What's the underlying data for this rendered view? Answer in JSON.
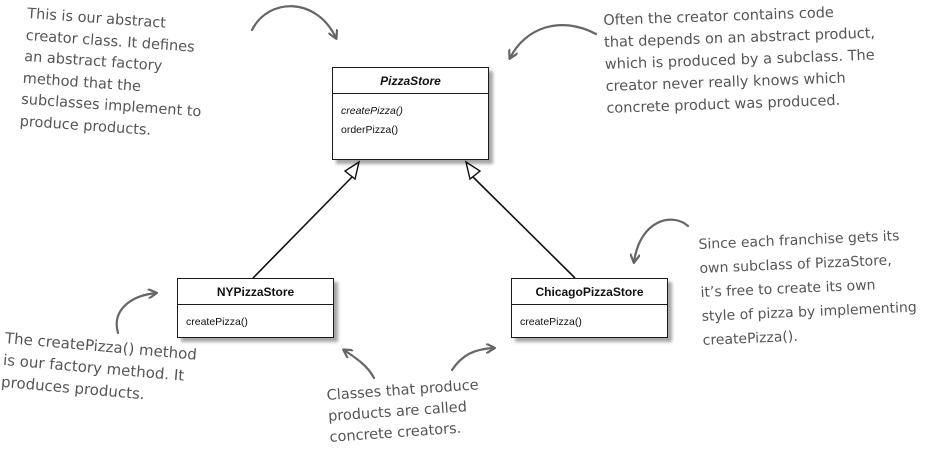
{
  "classes": {
    "pizza_store": {
      "name": "PizzaStore",
      "methods": [
        "createPizza()",
        "orderPizza()"
      ]
    },
    "ny_pizza_store": {
      "name": "NYPizzaStore",
      "methods": [
        "createPizza()"
      ]
    },
    "chicago_pizza_store": {
      "name": "ChicagoPizzaStore",
      "methods": [
        "createPizza()"
      ]
    }
  },
  "notes": {
    "abstract_creator": "This is our abstract\ncreator class. It defines\nan abstract factory\nmethod that the\nsubclasses implement to\nproduce products.",
    "creator_code": "Often the creator contains code\nthat depends on an abstract product,\nwhich is produced by a subclass. The\ncreator never really knows which\nconcrete product was produced.",
    "franchise": "Since each franchise gets its\nown subclass of PizzaStore,\nit’s free to create its own\nstyle of pizza by implementing\ncreatePizza().",
    "factory_method": "The createPizza() method\nis our factory method. It\nproduces products.",
    "concrete_creators": "Classes that produce\nproducts are called\nconcrete creators."
  },
  "colors": {
    "note_text": "#555555",
    "arrow": "#666666",
    "box_border": "#1a1a1a"
  }
}
